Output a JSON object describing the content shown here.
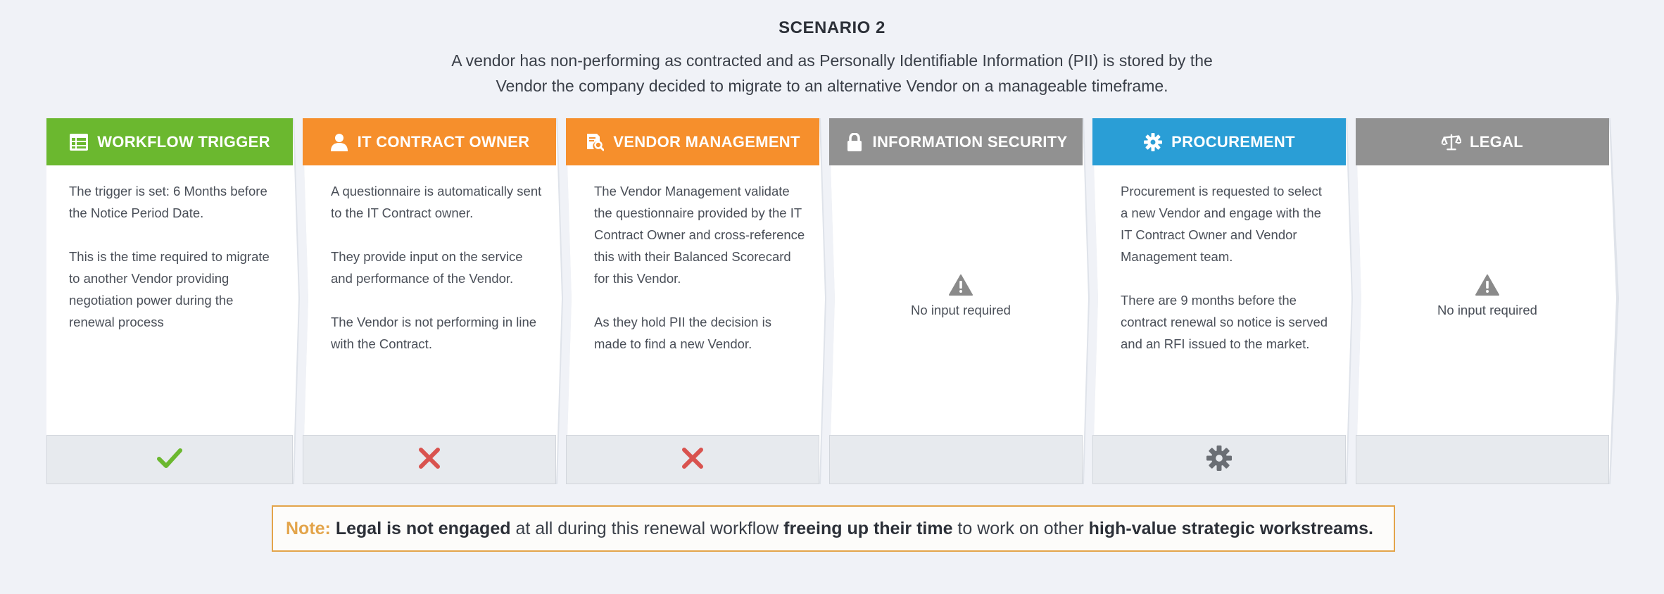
{
  "header": {
    "title": "SCENARIO 2",
    "description": "A vendor has non-performing as contracted and as Personally Identifiable Information (PII) is stored by the Vendor the company decided to migrate to an alternative Vendor on a manageable timeframe."
  },
  "cards": [
    {
      "title": "WORKFLOW TRIGGER",
      "color": "#6bb82f",
      "icon": "table-icon",
      "paragraphs": [
        "The trigger is set: 6 Months before the Notice Period Date.",
        "This is the time required to migrate to another Vendor providing negotiation power during the renewal process"
      ],
      "status": "check-icon"
    },
    {
      "title": "IT CONTRACT OWNER",
      "color": "#f68f2c",
      "icon": "user-icon",
      "paragraphs": [
        "A questionnaire is automatically sent to the IT Contract owner.",
        "They provide input on the service and performance of the Vendor.",
        "The Vendor is not performing in line with the Contract."
      ],
      "status": "cross-icon"
    },
    {
      "title": "VENDOR MANAGEMENT",
      "color": "#f68f2c",
      "icon": "document-search-icon",
      "paragraphs": [
        "The Vendor Management validate the questionnaire provided by the IT Contract Owner and cross-reference this with their Balanced Scorecard for this Vendor.",
        "As they hold PII the decision is made to find a new Vendor."
      ],
      "status": "cross-icon"
    },
    {
      "title": "INFORMATION SECURITY",
      "color": "#919191",
      "icon": "lock-icon",
      "message": "No input required",
      "status": "none"
    },
    {
      "title": "PROCUREMENT",
      "color": "#2a9ed6",
      "icon": "gear-icon",
      "paragraphs": [
        "Procurement is requested to select a new Vendor and engage with the IT Contract Owner and Vendor Management team.",
        "There are 9 months before the contract renewal so notice is served and an RFI issued to the market."
      ],
      "status": "gear-icon"
    },
    {
      "title": "LEGAL",
      "color": "#919191",
      "icon": "scales-icon",
      "message": "No input required",
      "status": "none"
    }
  ],
  "note": {
    "label": "Note:",
    "bold1": "Legal is not engaged",
    "text1": " at all during this renewal workflow ",
    "bold2": "freeing up their time",
    "text2": " to work on other ",
    "bold3": "high-value strategic workstreams."
  }
}
